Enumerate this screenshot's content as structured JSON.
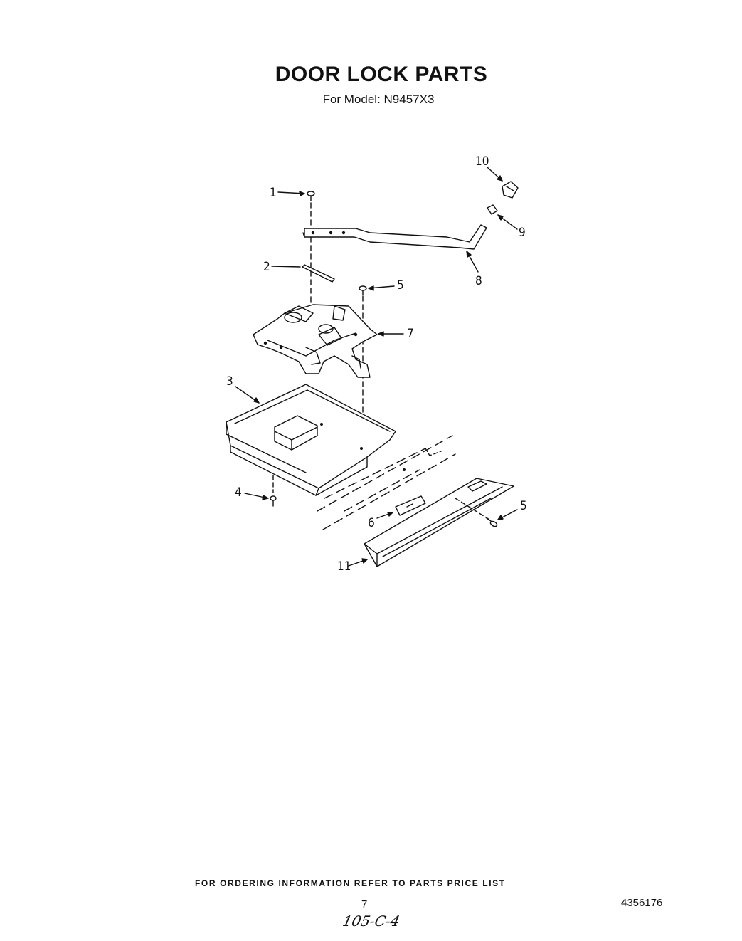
{
  "title": "DOOR LOCK PARTS",
  "subtitle": "For Model: N9457X3",
  "callouts": {
    "c1": "1",
    "c2": "2",
    "c3": "3",
    "c4": "4",
    "c5a": "5",
    "c5b": "5",
    "c6": "6",
    "c7": "7",
    "c8": "8",
    "c9": "9",
    "c10": "10",
    "c11": "11"
  },
  "footer": "FOR ORDERING INFORMATION REFER TO PARTS PRICE LIST",
  "page_number": "7",
  "document_number": "4356176",
  "handwritten_note": "105-C-4"
}
